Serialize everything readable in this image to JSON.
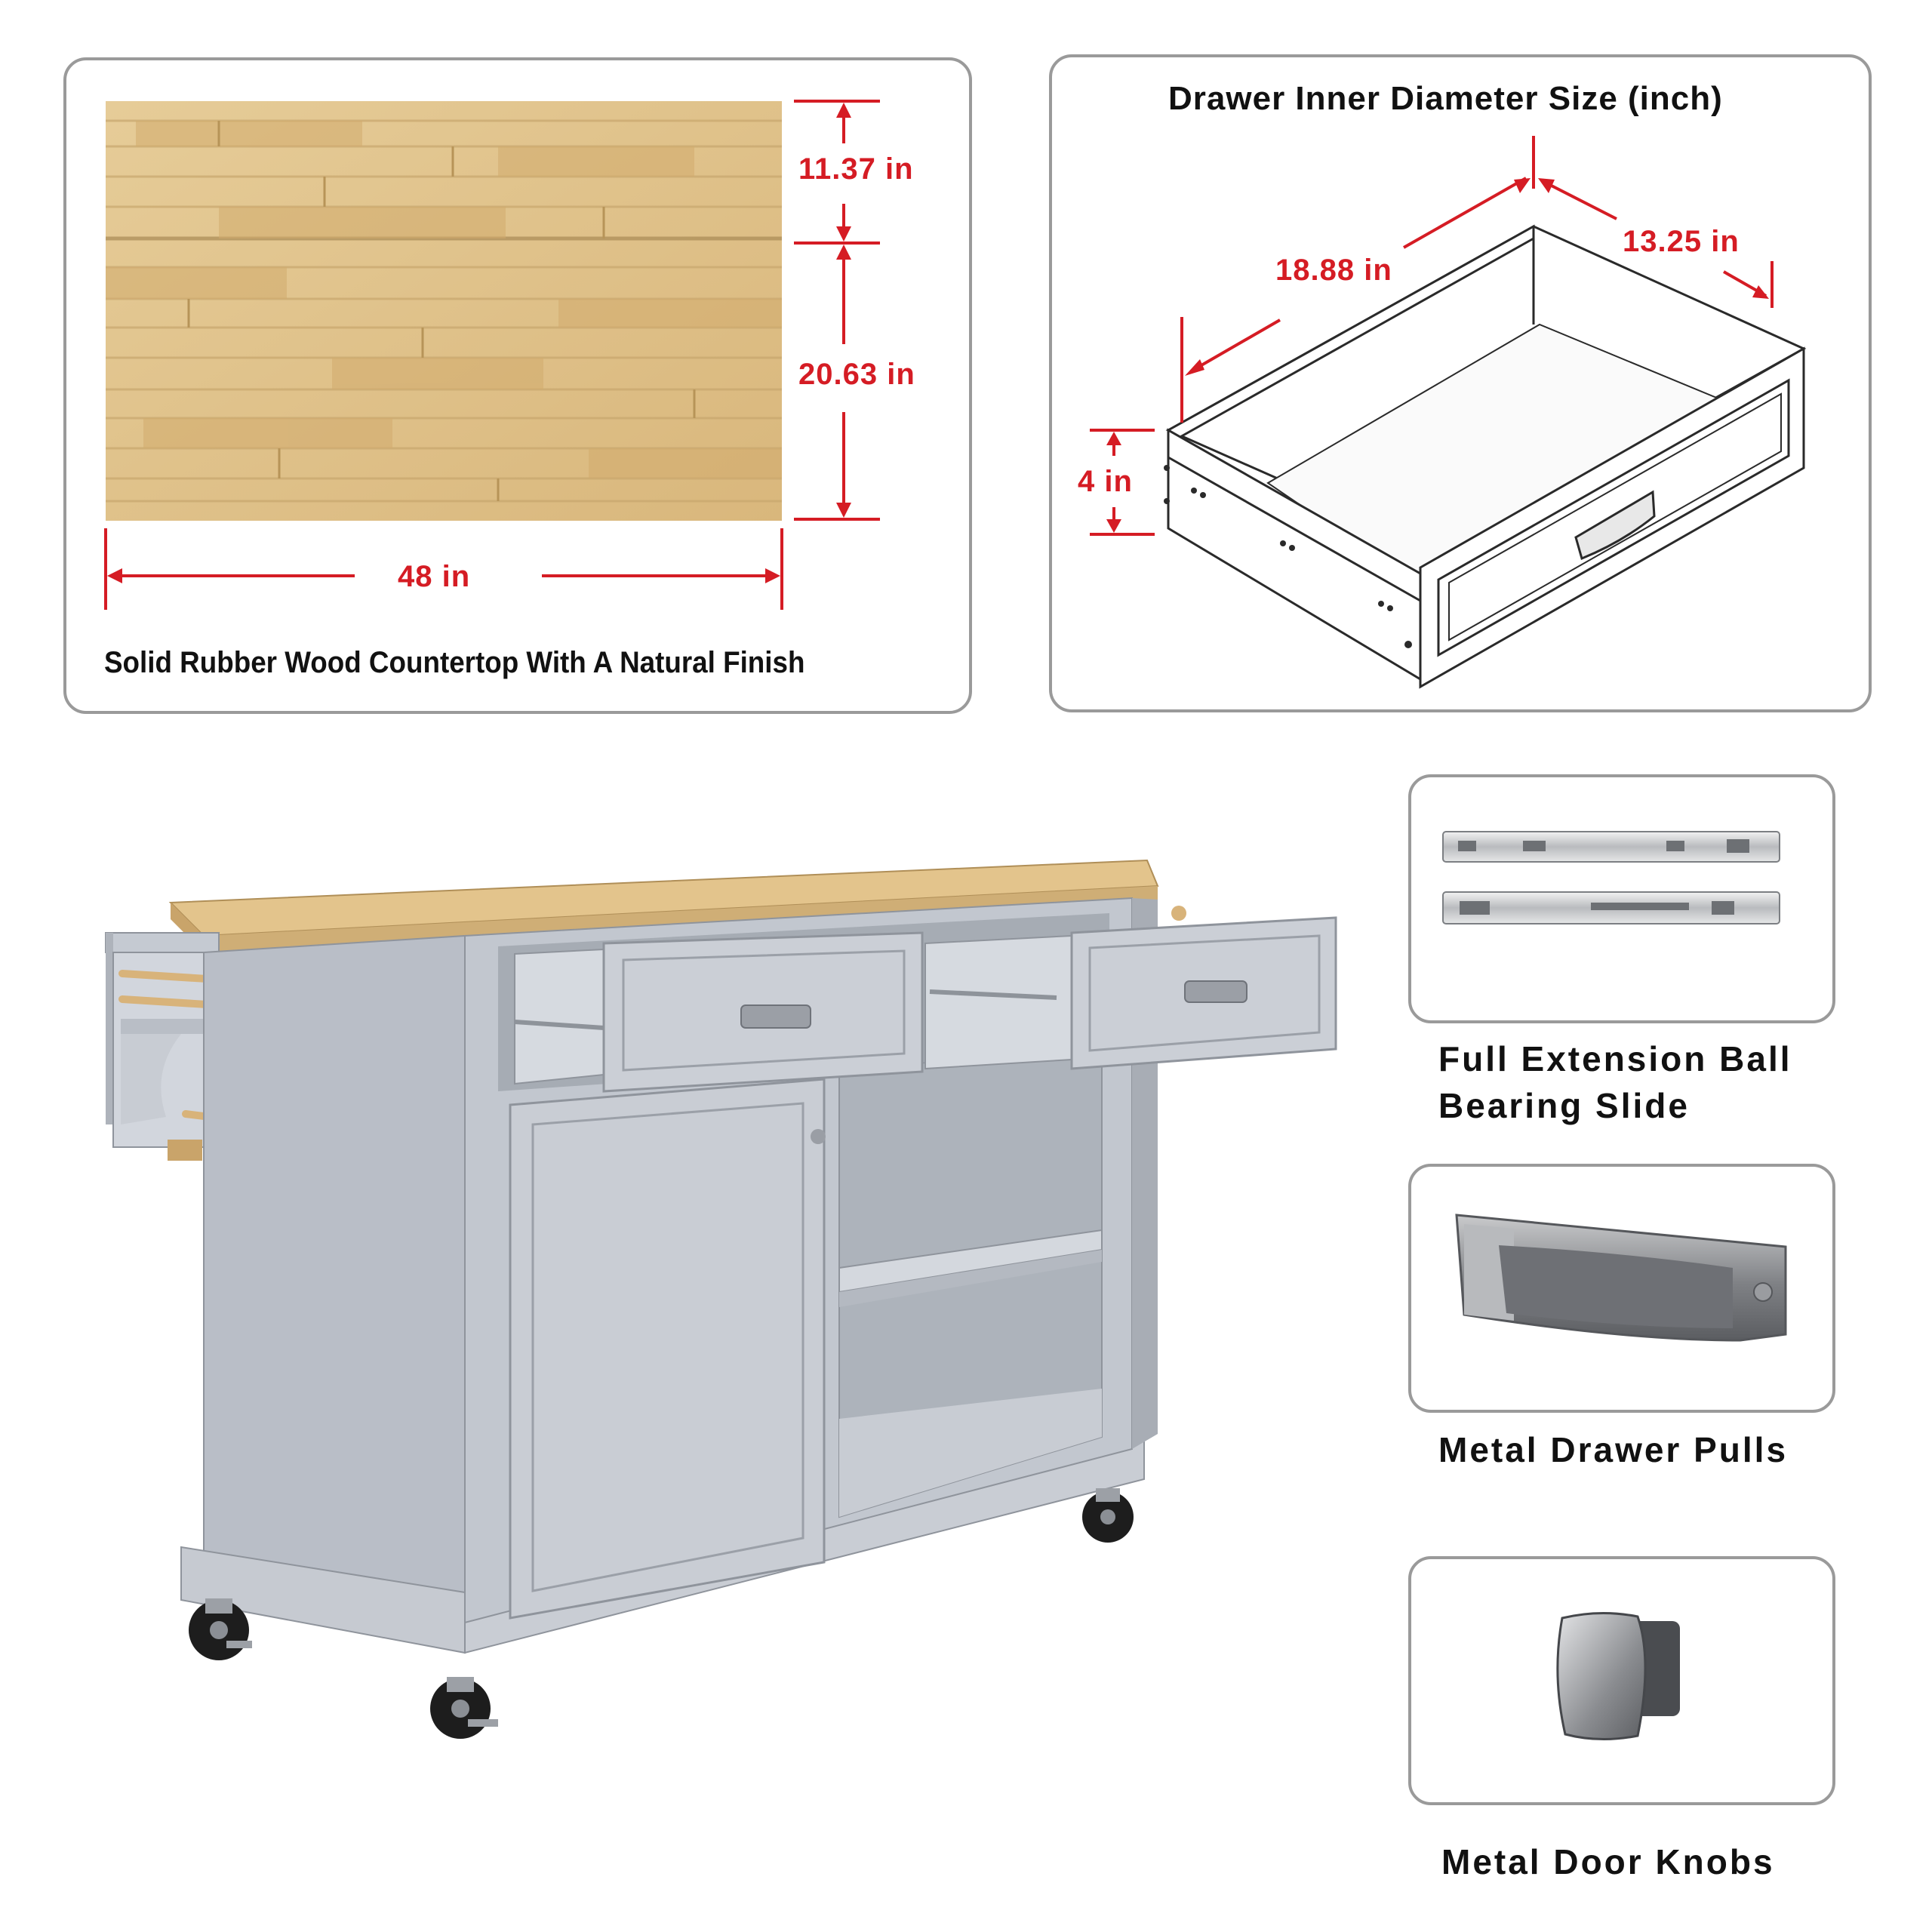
{
  "countertop": {
    "height_top": "11.37 in",
    "height_bottom": "20.63 in",
    "width": "48 in",
    "caption": "Solid Rubber Wood Countertop With A Natural Finish"
  },
  "drawer": {
    "title": "Drawer Inner Diameter Size (inch)",
    "depth": "18.88 in",
    "width": "13.25 in",
    "height": "4 in"
  },
  "features": [
    {
      "label_line1": "Full Extension Ball",
      "label_line2": "Bearing Slide"
    },
    {
      "label_line1": "Metal Drawer Pulls",
      "label_line2": ""
    },
    {
      "label_line1": "Metal Door Knobs",
      "label_line2": ""
    }
  ],
  "colors": {
    "accent": "#d51c24",
    "cabinet": "#b9bec7",
    "wood": "#e2c48d",
    "border": "#9a9a9a"
  }
}
